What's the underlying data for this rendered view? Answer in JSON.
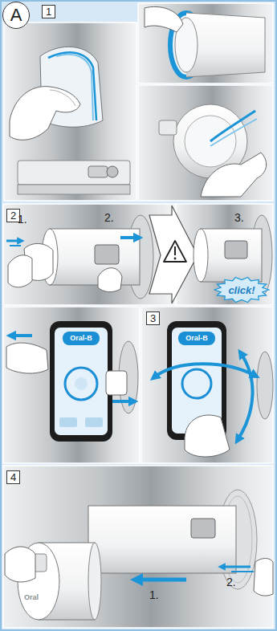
{
  "diagram": {
    "nodes": [
      {
        "text": [
          "A"
        ]
      },
      {
        "text": [
          "1"
        ]
      },
      {
        "text": [
          "2"
        ]
      },
      {
        "text": [
          "3"
        ]
      },
      {
        "text": [
          "4"
        ]
      },
      {
        "text": [
          "click!"
        ]
      }
    ],
    "labels": [
      "1.",
      "2.",
      "3.",
      "Oral-B",
      "Oral-B",
      "1.",
      "2.",
      "Oral"
    ]
  }
}
